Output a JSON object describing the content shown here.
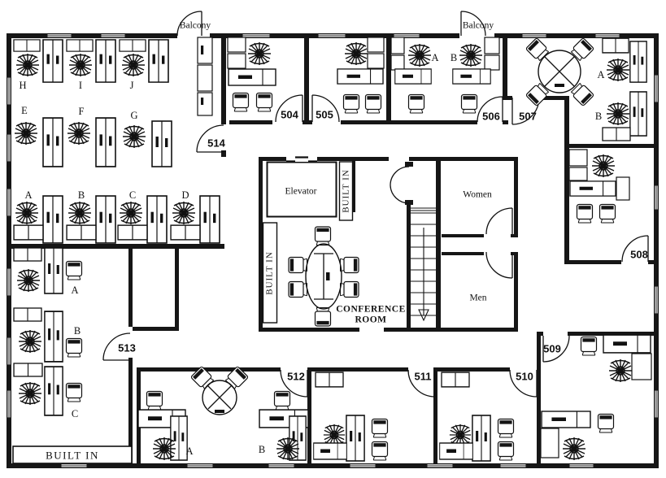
{
  "floor_plan": {
    "balcony_labels": [
      "Balcony",
      "Balcony"
    ],
    "room_numbers": {
      "504": "504",
      "505": "505",
      "506": "506",
      "507": "507",
      "508": "508",
      "509": "509",
      "510": "510",
      "511": "511",
      "512": "512",
      "513": "513",
      "514": "514"
    },
    "core": {
      "elevator": "Elevator",
      "conference_line1": "CONFERENCE",
      "conference_line2": "ROOM",
      "built_in_elevator_side": "BUILT IN",
      "built_in_conference_side": "BUILT IN",
      "built_in_bottom_left": "BUILT IN",
      "women": "Women",
      "men": "Men"
    },
    "cubicles": {
      "row1": [
        "H",
        "I",
        "J"
      ],
      "row2": [
        "E",
        "F",
        "G"
      ],
      "row3": [
        "A",
        "B",
        "C",
        "D"
      ]
    },
    "desk_labels": {
      "bottom_left": [
        "A",
        "B",
        "C"
      ],
      "room_506": [
        "A",
        "B"
      ],
      "room_507": [
        "A",
        "B"
      ],
      "room_512": [
        "A",
        "B"
      ]
    }
  }
}
